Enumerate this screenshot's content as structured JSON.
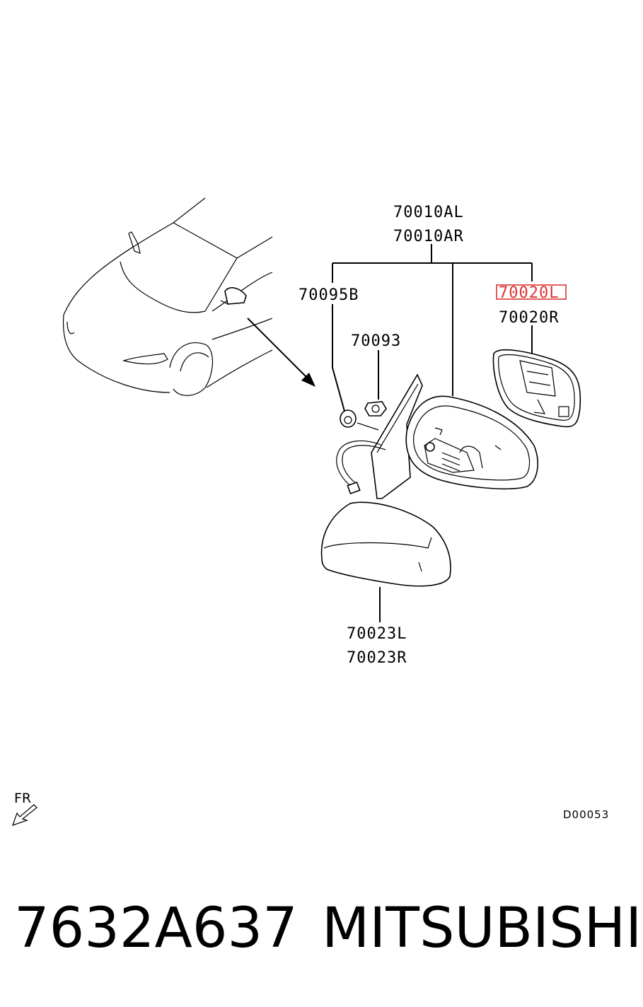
{
  "callouts": {
    "assembly_left": "70010AL",
    "assembly_right": "70010AR",
    "screw": "70095B",
    "nut": "70093",
    "mirror_left": "70020L",
    "mirror_right": "70020R",
    "cover_left": "70023L",
    "cover_right": "70023R"
  },
  "direction_label": "FR",
  "diagram_code": "D00053",
  "footer": {
    "part_number": "7632A637",
    "brand": "MITSUBISHI"
  },
  "highlight_color": "#dd3333"
}
